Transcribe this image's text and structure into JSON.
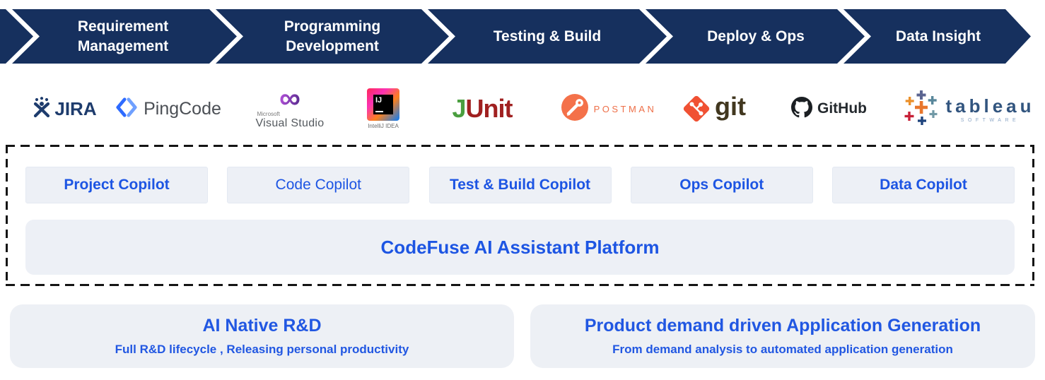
{
  "banner": {
    "stages": [
      {
        "label": "Requirement Management"
      },
      {
        "label": "Programming Development"
      },
      {
        "label": "Testing & Build"
      },
      {
        "label": "Deploy & Ops"
      },
      {
        "label": "Data Insight"
      }
    ]
  },
  "tools": [
    {
      "name": "JIRA",
      "label": "JIRA"
    },
    {
      "name": "PingCode",
      "label": "PingCode"
    },
    {
      "name": "Visual Studio",
      "brand": "Microsoft",
      "label": "Visual Studio"
    },
    {
      "name": "IntelliJ IDEA",
      "monogram": "IJ",
      "label": "IntelliJ IDEA"
    },
    {
      "name": "JUnit",
      "label_green": "J",
      "label_red": "Unit"
    },
    {
      "name": "Postman",
      "label": "POSTMAN"
    },
    {
      "name": "git",
      "label": "git"
    },
    {
      "name": "GitHub",
      "label": "GitHub"
    },
    {
      "name": "Tableau",
      "label": "tableau",
      "caption": "SOFTWARE"
    }
  ],
  "copilot_panel": {
    "buttons": [
      {
        "label": "Project Copilot"
      },
      {
        "label": "Code Copilot"
      },
      {
        "label": "Test & Build Copilot"
      },
      {
        "label": "Ops Copilot"
      },
      {
        "label": "Data Copilot"
      }
    ],
    "platform_label": "CodeFuse AI Assistant Platform"
  },
  "outcomes": [
    {
      "title": "AI Native R&D",
      "subtitle": "Full R&D lifecycle , Releasing personal productivity"
    },
    {
      "title": "Product demand driven Application Generation",
      "subtitle": "From demand analysis to automated application generation"
    }
  ],
  "colors": {
    "banner_navy": "#16305e",
    "accent_blue": "#1d55e3",
    "panel_bg": "#edf0f6",
    "jira_navy": "#1e3c6d",
    "pingcode_blue": "#2e6bff",
    "vs_purple": "#5c2d91",
    "junit_green": "#4a9e3f",
    "junit_red": "#a02020",
    "postman_orange": "#f4714a",
    "git_orange": "#f05133",
    "github_black": "#1b1f23",
    "tableau_blue": "#32557f"
  }
}
